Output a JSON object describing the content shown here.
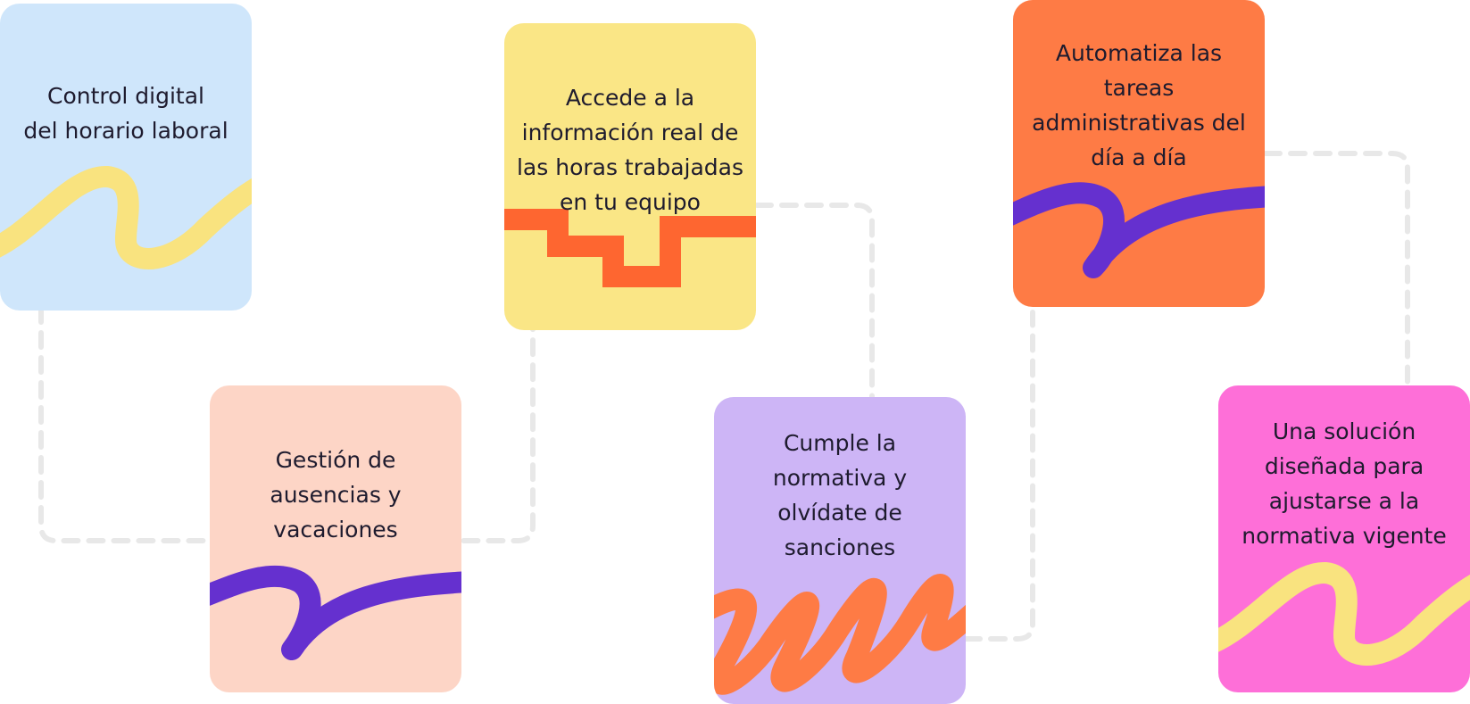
{
  "colors": {
    "light_blue": "#cfe6fb",
    "yellow": "#fae686",
    "orange": "#fe7b45",
    "peach": "#fdd5c6",
    "lavender": "#cdb5f6",
    "pink": "#fe6fd8",
    "purple_stroke": "#6530cf",
    "orange_stroke": "#fe6630",
    "yellow_stroke": "#f9e37f",
    "connector": "#e8e8e8"
  },
  "cards": [
    {
      "lines": [
        "Control digital",
        "del horario laboral"
      ],
      "doodle": "yellow-wave"
    },
    {
      "lines": [
        "Accede a la",
        "información real de",
        "las horas trabajadas",
        "en tu equipo"
      ],
      "doodle": "orange-steps"
    },
    {
      "lines": [
        "Automatiza las",
        "tareas",
        "administrativas del",
        "día a día"
      ],
      "doodle": "purple-swoosh"
    },
    {
      "lines": [
        "Gestión de",
        "ausencias y",
        "vacaciones"
      ],
      "doodle": "purple-swoosh"
    },
    {
      "lines": [
        "Cumple la",
        "normativa y",
        "olvídate de",
        "sanciones"
      ],
      "doodle": "orange-zigzag"
    },
    {
      "lines": [
        "Una solución",
        "diseñada para",
        "ajustarse a la",
        "normativa vigente"
      ],
      "doodle": "yellow-wave"
    }
  ]
}
